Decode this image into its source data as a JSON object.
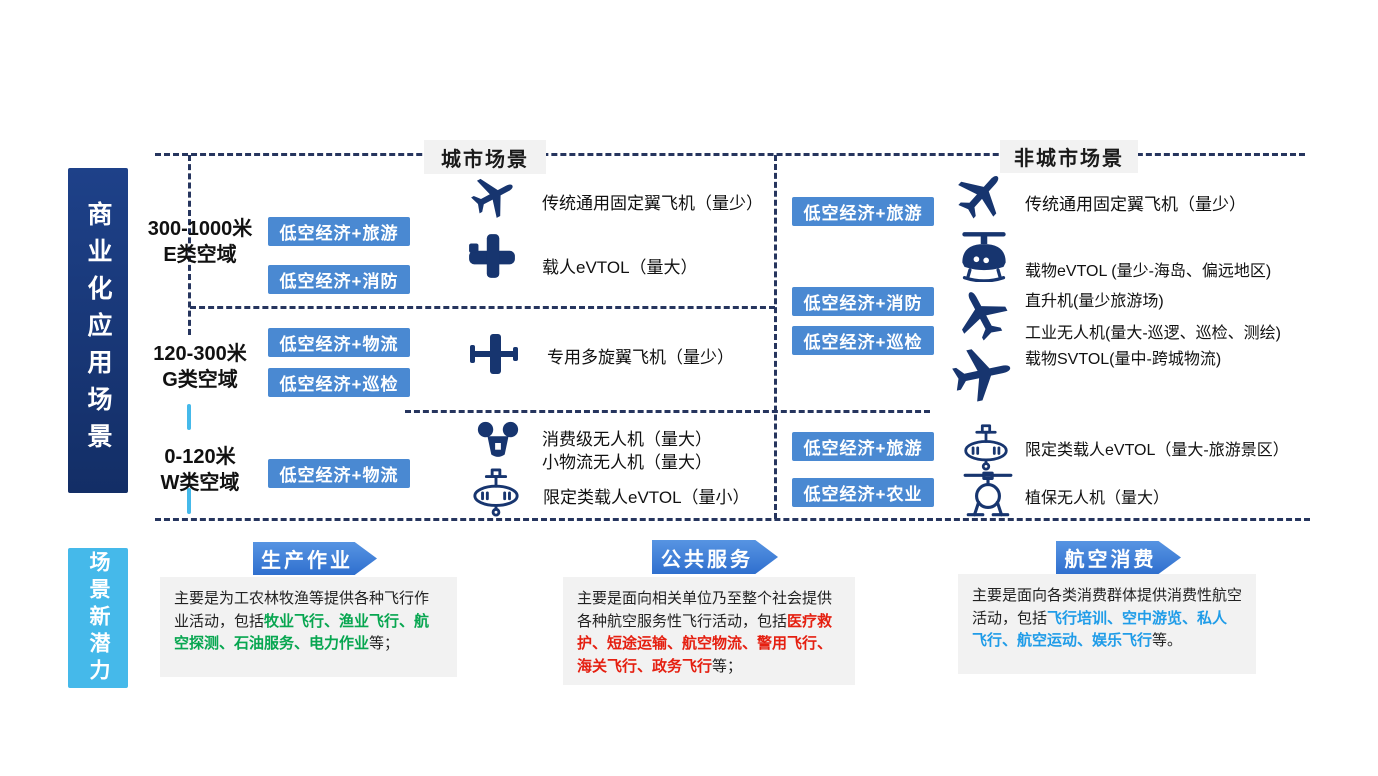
{
  "colors": {
    "navy_icon": "#17356f",
    "tag_blue": "#4a89d2",
    "banner_blue": "#2f6fce",
    "sidebar_dark": "#132e66",
    "sidebar_cyan": "#45b9ea",
    "accent_green": "#07a650",
    "accent_red": "#e51f10",
    "accent_blue": "#1f9ce8"
  },
  "sidebar": {
    "commercial_label": "商业化应用场景",
    "potential_label": "场景新潜力"
  },
  "headers": {
    "urban": "城市场景",
    "non_urban": "非城市场景"
  },
  "airspace_bands": [
    {
      "range": "300-1000米",
      "class": "E类空域"
    },
    {
      "range": "120-300米",
      "class": "G类空域"
    },
    {
      "range": "0-120米",
      "class": "W类空域"
    }
  ],
  "urban": {
    "tags": [
      "低空经济+旅游",
      "低空经济+消防",
      "低空经济+物流",
      "低空经济+巡检",
      "低空经济+物流"
    ],
    "aircraft": [
      "传统通用固定翼飞机（量少）",
      "载人eVTOL（量大）",
      "专用多旋翼飞机（量少）",
      "消费级无人机（量大）",
      "小物流无人机（量大）",
      "限定类载人eVTOL（量小）"
    ]
  },
  "non_urban": {
    "tags": [
      "低空经济+旅游",
      "低空经济+消防",
      "低空经济+巡检",
      "低空经济+旅游",
      "低空经济+农业"
    ],
    "aircraft": [
      "传统通用固定翼飞机（量少）",
      "载物eVTOL (量少-海岛、偏远地区)",
      "直升机(量少旅游场)",
      "工业无人机(量大-巡逻、巡检、测绘)",
      "载物SVTOL(量中-跨城物流)",
      "限定类载人eVTOL（量大-旅游景区）",
      "植保无人机（量大）"
    ]
  },
  "potential_sections": [
    {
      "banner": "生产作业",
      "pre": "主要是为工农林牧渔等提供各种飞行作业活动，包括",
      "accent": "牧业飞行、渔业飞行、航空探测、石油服务、电力作业",
      "post": "等；",
      "accent_color": "green"
    },
    {
      "banner": "公共服务",
      "pre": "主要是面向相关单位乃至整个社会提供各种航空服务性飞行活动，包括",
      "accent": "医疗救护、短途运输、航空物流、警用飞行、海关飞行、政务飞行",
      "post": "等；",
      "accent_color": "red"
    },
    {
      "banner": "航空消费",
      "pre": "主要是面向各类消费群体提供消费性航空活动，包括",
      "accent": "飞行培训、空中游览、私人飞行、航空运动、娱乐飞行",
      "post": "等。",
      "accent_color": "blue"
    }
  ]
}
